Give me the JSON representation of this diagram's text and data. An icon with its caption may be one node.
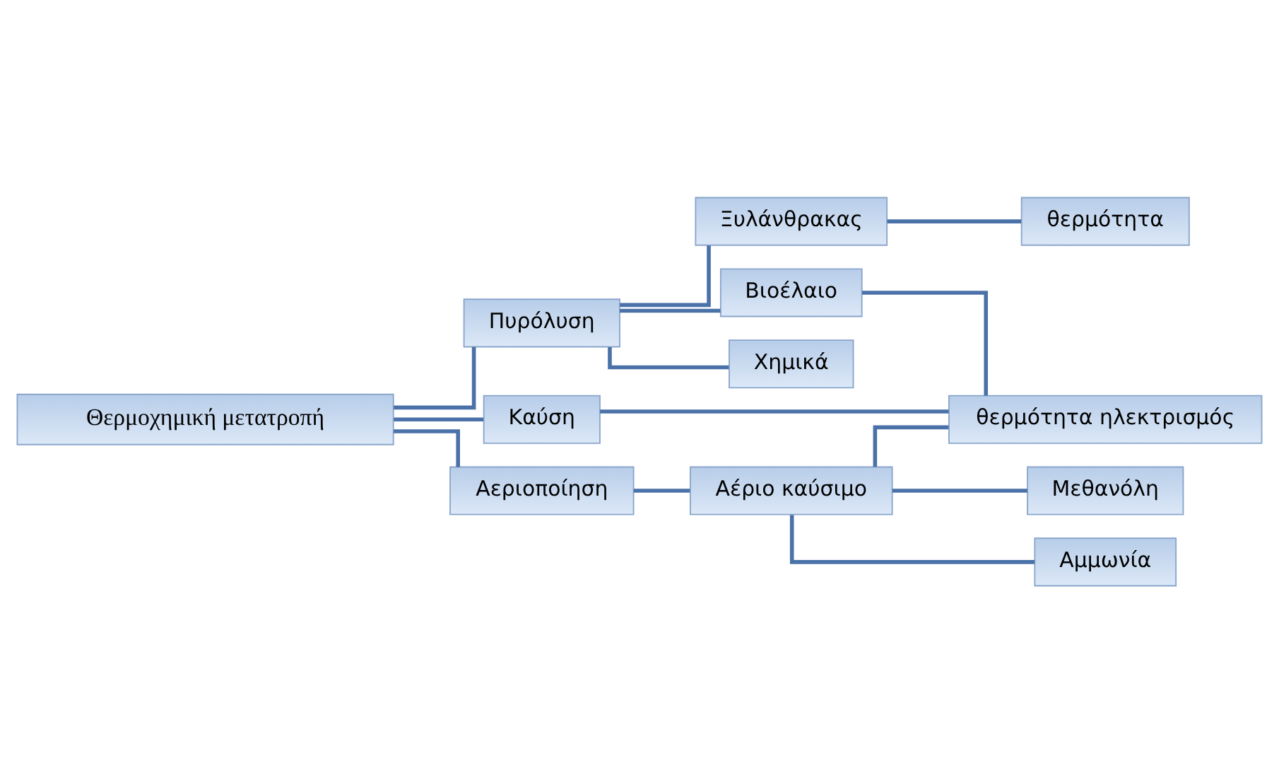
{
  "diagram": {
    "nodes": [
      {
        "text": [
          "Θερμοχημική μετατροπή"
        ]
      },
      {
        "text": [
          "Πυρόλυση"
        ]
      },
      {
        "text": [
          "Καύση"
        ]
      },
      {
        "text": [
          "Αεριοποίηση"
        ]
      },
      {
        "text": [
          "Ξυλάνθρακας"
        ]
      },
      {
        "text": [
          "Βιοέλαιο"
        ]
      },
      {
        "text": [
          "Αέριο καύσιμο"
        ]
      },
      {
        "text": [
          "θερμότητα"
        ]
      },
      {
        "text": [
          "Χημικά"
        ]
      },
      {
        "text": [
          "θερμότητα ηλεκτρισμός"
        ]
      },
      {
        "text": [
          "Μεθανόλη"
        ]
      },
      {
        "text": [
          "Αμμωνία"
        ]
      }
    ],
    "edges": [
      {
        "from": 0,
        "to": 1,
        "arrow": "none"
      },
      {
        "from": 0,
        "to": 2,
        "arrow": "none"
      },
      {
        "from": 0,
        "to": 3,
        "arrow": "none"
      },
      {
        "from": 1,
        "to": 4,
        "arrow": "none"
      },
      {
        "from": 1,
        "to": 8,
        "arrow": "none"
      },
      {
        "from": 1,
        "to": 5,
        "arrow": "none"
      },
      {
        "from": 4,
        "to": 7,
        "arrow": "none"
      },
      {
        "from": 5,
        "to": 9,
        "arrow": "none"
      },
      {
        "from": 2,
        "to": 9,
        "arrow": "none"
      },
      {
        "from": 3,
        "to": 6,
        "arrow": "none"
      },
      {
        "from": 6,
        "to": 9,
        "arrow": "none"
      },
      {
        "from": 6,
        "to": 10,
        "arrow": "none"
      },
      {
        "from": 6,
        "to": 11,
        "arrow": "none"
      }
    ]
  }
}
